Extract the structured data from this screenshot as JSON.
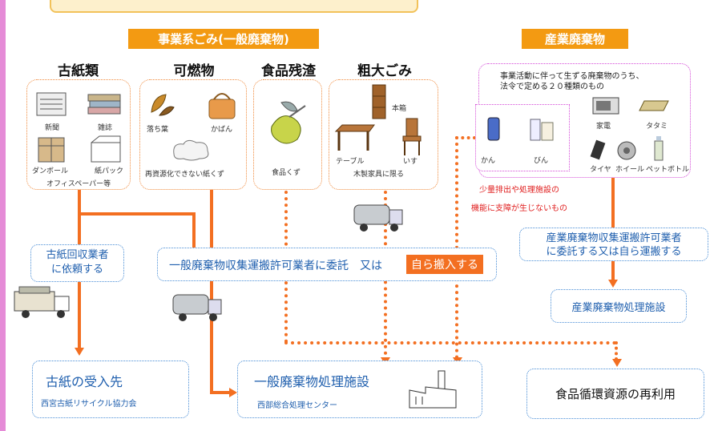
{
  "headers": {
    "general_waste": "事業系ごみ(一般廃棄物)",
    "industrial_waste": "産業廃棄物"
  },
  "categories": {
    "paper": "古紙類",
    "combustible": "可燃物",
    "food": "食品残渣",
    "bulky": "粗大ごみ"
  },
  "paper_box": {
    "newspaper": "新聞",
    "magazine": "雑誌",
    "cardboard": "ダンボール",
    "carton": "紙パック",
    "office": "オフィスペーパー等"
  },
  "combustible_box": {
    "leaves": "落ち葉",
    "bag": "かばん",
    "nonrecyclable": "再資源化できない紙くず"
  },
  "food_box": {
    "scraps": "食品くず"
  },
  "bulky_box": {
    "shelf": "本箱",
    "table": "テーブル",
    "chair": "いす",
    "wood": "木製家具に限る"
  },
  "industrial_box": {
    "description_line1": "事業活動に伴って生ずる廃棄物のうち、",
    "description_line2": "法令で定める２０種類のもの",
    "appliance": "家電",
    "tiles": "タタミ",
    "tire": "タイヤ",
    "wheel": "ホイール",
    "pet": "ペットボトル",
    "can": "かん",
    "bottle": "びん"
  },
  "small_quantity": {
    "line1": "少量排出や処理施設の",
    "line2": "機能に支障が生じないもの"
  },
  "paper_collector": {
    "line1": "古紙回収業者",
    "line2": "に依頼する"
  },
  "general_contract": {
    "text": "一般廃棄物収集運搬許可業者に委託　又は",
    "highlight": "自ら搬入する"
  },
  "industrial_contract": {
    "line1": "産業廃棄物収集運搬許可業者",
    "line2": "に委託する又は自ら運搬する"
  },
  "industrial_facility": "産業廃棄物処理施設",
  "paper_dest": {
    "title": "古紙の受入先",
    "subtitle": "西宮古紙リサイクル協力会"
  },
  "general_facility": {
    "title": "一般廃棄物処理施設",
    "subtitle": "西部総合処理センター"
  },
  "food_recycle": "食品循環資源の再利用",
  "colors": {
    "orange": "#f36f21",
    "header": "#f39a12",
    "blue": "#1f5fae",
    "magenta_border": "#d54cd8"
  }
}
